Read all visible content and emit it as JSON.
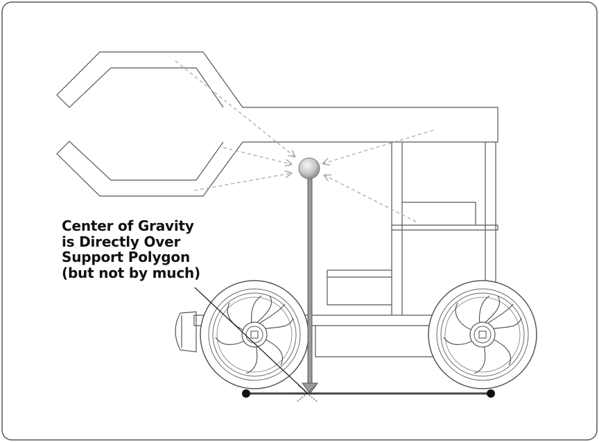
{
  "label": {
    "lines": [
      "Center of Gravity",
      "is Directly Over",
      "Support Polygon",
      "(but not by much)"
    ]
  },
  "colors": {
    "frame_border": "#555555",
    "line": "#4a4a4a",
    "dashed_arrow": "#aaaaaa",
    "gravity_arrow": "#9a9a9a",
    "support_line": "#444444",
    "contact_point": "#111111"
  },
  "icons": {
    "center_of_gravity": "gray-sphere",
    "contact_points": "black-dot"
  }
}
